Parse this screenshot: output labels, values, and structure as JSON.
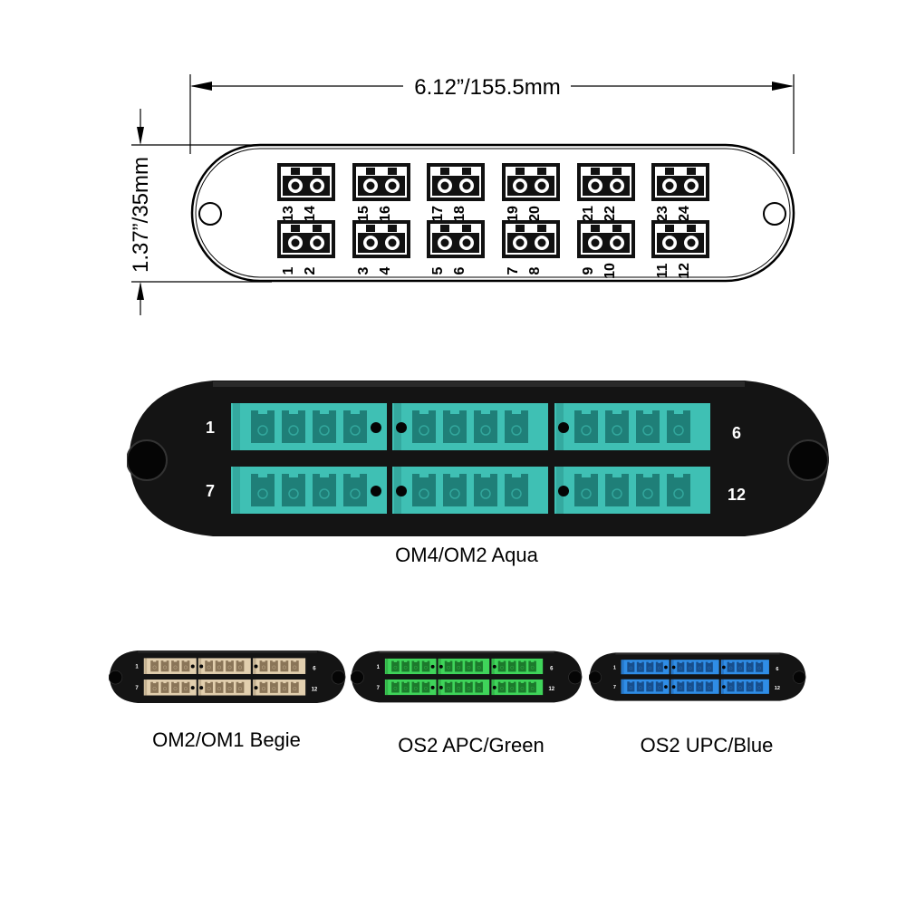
{
  "drawing": {
    "width_label": "6.12”/155.5mm",
    "height_label": "1.37”/35mm",
    "top_row_ports": [
      [
        "13",
        "14"
      ],
      [
        "15",
        "16"
      ],
      [
        "17",
        "18"
      ],
      [
        "19",
        "20"
      ],
      [
        "21",
        "22"
      ],
      [
        "23",
        "24"
      ]
    ],
    "bottom_row_ports": [
      [
        "1",
        "2"
      ],
      [
        "3",
        "4"
      ],
      [
        "5",
        "6"
      ],
      [
        "7",
        "8"
      ],
      [
        "9",
        "10"
      ],
      [
        "11",
        "12"
      ]
    ]
  },
  "panels": [
    {
      "caption": "OM4/OM2 Aqua",
      "color": "#3fc0b4",
      "dark": "#1f7f78",
      "labels": {
        "top_left": "1",
        "top_right": "6",
        "bottom_left": "7",
        "bottom_right": "12"
      }
    },
    {
      "caption": "OM2/OM1 Begie",
      "color": "#e2cfae",
      "dark": "#8a7558",
      "labels": {
        "top_left": "1",
        "top_right": "6",
        "bottom_left": "7",
        "bottom_right": "12"
      }
    },
    {
      "caption": "OS2 APC/Green",
      "color": "#3fd45a",
      "dark": "#1c7a2c",
      "labels": {
        "top_left": "1",
        "top_right": "6",
        "bottom_left": "7",
        "bottom_right": "12"
      }
    },
    {
      "caption": "OS2 UPC/Blue",
      "color": "#2f8de6",
      "dark": "#174e8c",
      "labels": {
        "top_left": "1",
        "top_right": "6",
        "bottom_left": "7",
        "bottom_right": "12"
      }
    }
  ]
}
